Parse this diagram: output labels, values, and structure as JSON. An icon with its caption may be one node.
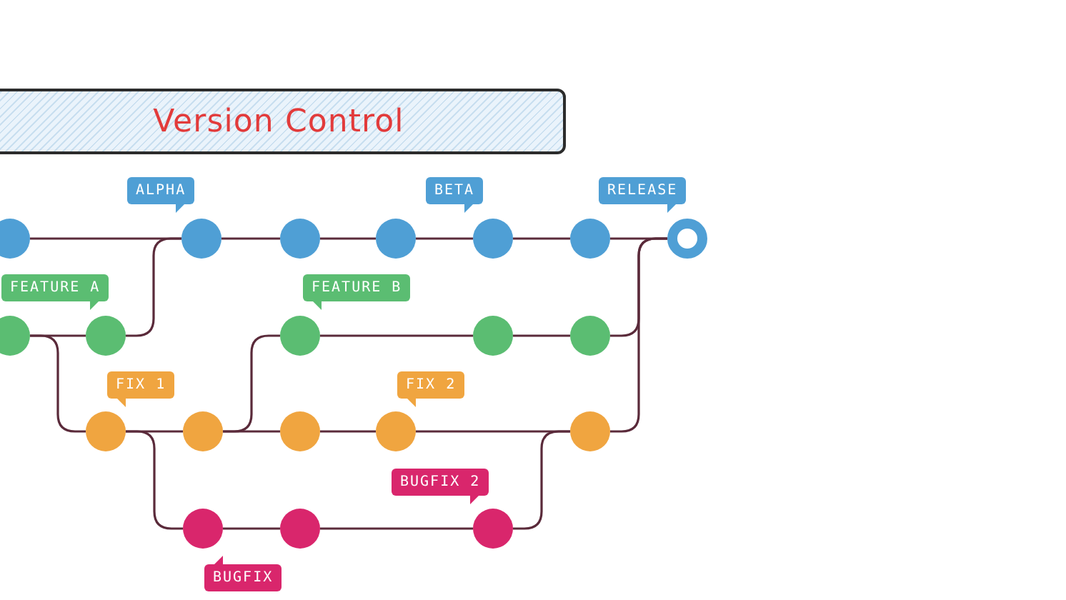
{
  "diagram": {
    "title": "Version Control",
    "nodes": [
      {
        "text": [],
        "shape": "circle"
      },
      {
        "text": [],
        "shape": "circle",
        "beside": [
          "ALPHA"
        ]
      },
      {
        "text": [],
        "shape": "circle"
      },
      {
        "text": [],
        "shape": "circle"
      },
      {
        "text": [],
        "shape": "circle",
        "beside": [
          "BETA"
        ]
      },
      {
        "text": [],
        "shape": "circle"
      },
      {
        "text": [],
        "shape": "ring",
        "beside": [
          "RELEASE"
        ]
      },
      {
        "text": [],
        "shape": "circle"
      },
      {
        "text": [],
        "shape": "circle",
        "beside": [
          "FEATURE A"
        ]
      },
      {
        "text": [],
        "shape": "circle",
        "beside": [
          "FEATURE B"
        ]
      },
      {
        "text": [],
        "shape": "circle"
      },
      {
        "text": [],
        "shape": "circle"
      },
      {
        "text": [],
        "shape": "circle",
        "beside": [
          "FIX 1"
        ]
      },
      {
        "text": [],
        "shape": "circle"
      },
      {
        "text": [],
        "shape": "circle"
      },
      {
        "text": [],
        "shape": "circle",
        "beside": [
          "FIX 2"
        ]
      },
      {
        "text": [],
        "shape": "circle"
      },
      {
        "text": [],
        "shape": "circle",
        "beside": [
          "BUGFIX"
        ]
      },
      {
        "text": [],
        "shape": "circle"
      },
      {
        "text": [],
        "shape": "circle",
        "beside": [
          "BUGFIX 2"
        ]
      }
    ],
    "edges": [
      {
        "from": 0,
        "to": 1,
        "arrow": "none"
      },
      {
        "from": 1,
        "to": 2,
        "arrow": "none"
      },
      {
        "from": 2,
        "to": 3,
        "arrow": "none"
      },
      {
        "from": 3,
        "to": 4,
        "arrow": "none"
      },
      {
        "from": 4,
        "to": 5,
        "arrow": "none"
      },
      {
        "from": 5,
        "to": 6,
        "arrow": "none"
      },
      {
        "from": 7,
        "to": 8,
        "arrow": "none"
      },
      {
        "from": 8,
        "to": 1,
        "arrow": "none"
      },
      {
        "from": 7,
        "to": 12,
        "arrow": "none"
      },
      {
        "from": 9,
        "to": 10,
        "arrow": "none"
      },
      {
        "from": 10,
        "to": 11,
        "arrow": "none"
      },
      {
        "from": 11,
        "to": 6,
        "arrow": "none"
      },
      {
        "from": 12,
        "to": 13,
        "arrow": "none"
      },
      {
        "from": 13,
        "to": 14,
        "arrow": "none"
      },
      {
        "from": 14,
        "to": 15,
        "arrow": "none"
      },
      {
        "from": 15,
        "to": 16,
        "arrow": "none"
      },
      {
        "from": 13,
        "to": 9,
        "arrow": "none"
      },
      {
        "from": 12,
        "to": 17,
        "arrow": "none"
      },
      {
        "from": 16,
        "to": 6,
        "arrow": "none"
      },
      {
        "from": 17,
        "to": 18,
        "arrow": "none"
      },
      {
        "from": 18,
        "to": 19,
        "arrow": "none"
      },
      {
        "from": 19,
        "to": 16,
        "arrow": "none"
      }
    ]
  }
}
